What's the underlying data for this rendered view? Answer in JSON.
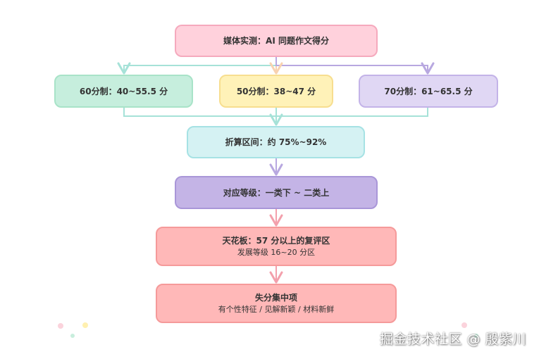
{
  "nodes": {
    "top": {
      "label": "媒体实测：AI 同题作文得分",
      "fill": "#ffd1dc",
      "stroke": "#f5a9bd"
    },
    "s60": {
      "label": "60分制：40~55.5 分",
      "fill": "#c6eedd",
      "stroke": "#a8e3c8"
    },
    "s50": {
      "label": "50分制：38~47 分",
      "fill": "#fff2b8",
      "stroke": "#f7de8f"
    },
    "s70": {
      "label": "70分制：61~65.5 分",
      "fill": "#e0d7f4",
      "stroke": "#c3b3e8"
    },
    "conv": {
      "label": "折算区间：约 75%~92%",
      "fill": "#d5f2f3",
      "stroke": "#a6e2e4"
    },
    "grade": {
      "label": "对应等级：一类下 ~ 二类上",
      "fill": "#c4b4e6",
      "stroke": "#a996d8"
    },
    "ceiling": {
      "label": "天花板：57 分以上的复评区",
      "sub": "发展等级 16~20 分区",
      "fill": "#ffb8b8",
      "stroke": "#f59a9a"
    },
    "loss": {
      "label": "失分集中项",
      "sub": "有个性特征 / 见解新颖 / 材料新鲜",
      "fill": "#ffb8b8",
      "stroke": "#f59a9a"
    }
  },
  "edge_colors": {
    "teal": "#a6e2d8",
    "peach": "#f8d2b0",
    "purple": "#b8a8e0",
    "pink": "#f3a0ac"
  },
  "watermark": "掘金技术社区 @ 殷紫川",
  "decor_colors": [
    "#fbd3dc",
    "#c8eedd",
    "#fff0b0"
  ]
}
